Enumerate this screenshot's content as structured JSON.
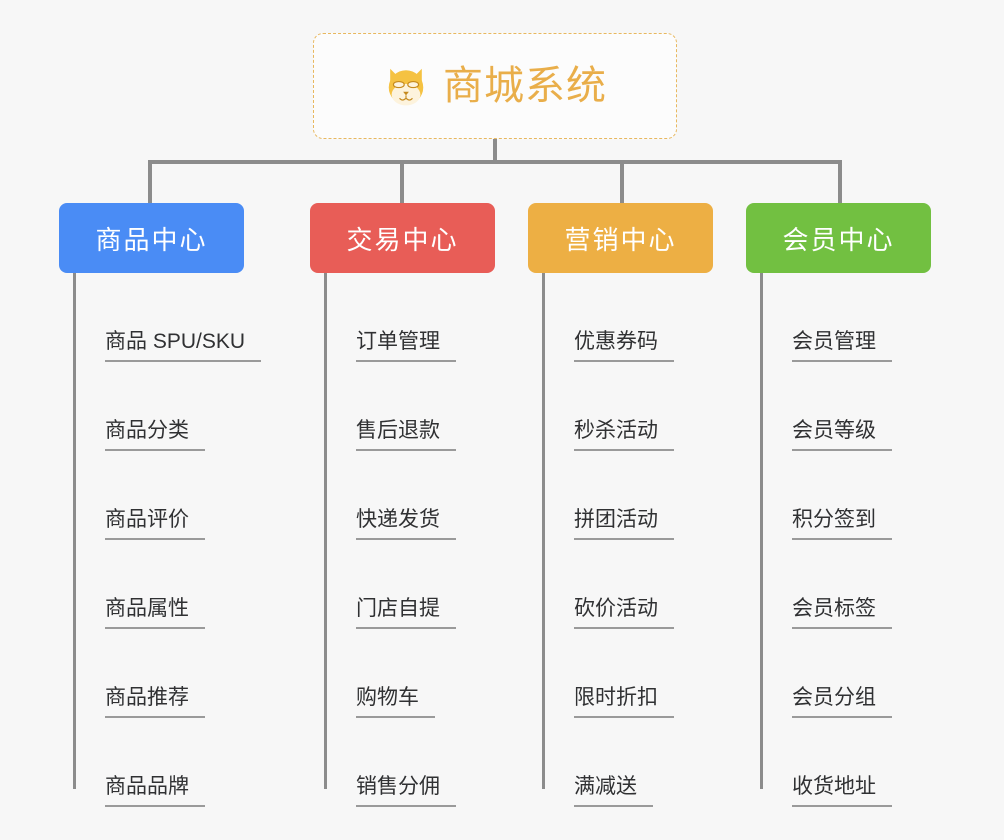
{
  "diagram": {
    "title": "商城系统",
    "title_icon": "dog-face-icon",
    "background_color": "#f7f7f7",
    "title_color": "#e9ae4a",
    "title_border_color": "#e8b85f",
    "connector_color": "#8c8c8c",
    "leaf_text_color": "#303133",
    "leaf_underline_color": "#9a9a9a"
  },
  "columns": [
    {
      "name": "商品中心",
      "color": "#4a8cf5",
      "items": [
        "商品 SPU/SKU",
        "商品分类",
        "商品评价",
        "商品属性",
        "商品推荐",
        "商品品牌"
      ]
    },
    {
      "name": "交易中心",
      "color": "#e85d57",
      "items": [
        "订单管理",
        "售后退款",
        "快递发货",
        "门店自提",
        "购物车",
        "销售分佣"
      ]
    },
    {
      "name": "营销中心",
      "color": "#edaf44",
      "items": [
        "优惠券码",
        "秒杀活动",
        "拼团活动",
        "砍价活动",
        "限时折扣",
        "满减送"
      ]
    },
    {
      "name": "会员中心",
      "color": "#72c041",
      "items": [
        "会员管理",
        "会员等级",
        "积分签到",
        "会员标签",
        "会员分组",
        "收货地址"
      ]
    }
  ]
}
